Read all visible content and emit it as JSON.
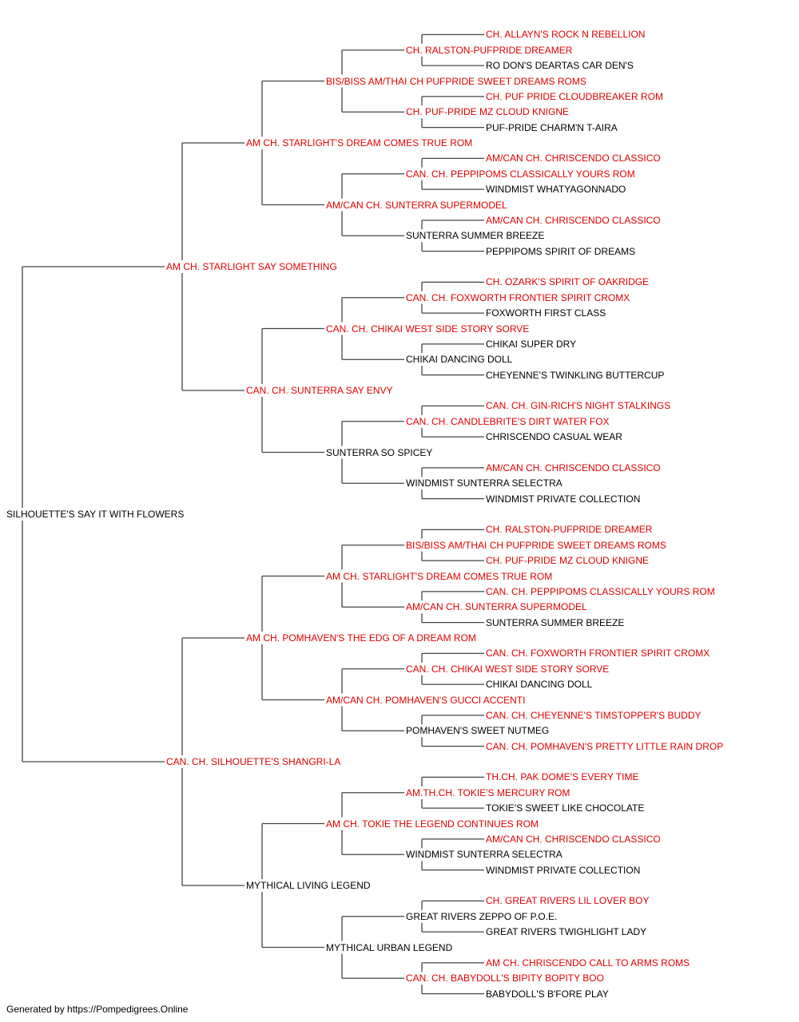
{
  "colors": {
    "champion": "#e00000",
    "normal": "#000000",
    "line": "#444444"
  },
  "footer": "Generated by https://Pompedigrees.Online",
  "pedigree": {
    "name": "SILHOUETTE'S SAY IT WITH FLOWERS",
    "red": false,
    "sire": {
      "name": "AM CH. STARLIGHT SAY SOMETHING",
      "red": true,
      "sire": {
        "name": "AM CH. STARLIGHT'S DREAM COMES TRUE ROM",
        "red": true,
        "sire": {
          "name": "BIS/BISS AM/THAI CH PUFPRIDE SWEET DREAMS ROMS",
          "red": true,
          "sire": {
            "name": "CH. RALSTON-PUFPRIDE DREAMER",
            "red": true,
            "sire": {
              "name": "CH. ALLAYN'S ROCK N REBELLION",
              "red": true
            },
            "dam": {
              "name": "RO DON'S DEARTAS CAR DEN'S",
              "red": false
            }
          },
          "dam": {
            "name": "CH. PUF-PRIDE MZ CLOUD KNIGNE",
            "red": true,
            "sire": {
              "name": "CH. PUF PRIDE CLOUDBREAKER ROM",
              "red": true
            },
            "dam": {
              "name": "PUF-PRIDE CHARM'N T-AIRA",
              "red": false
            }
          }
        },
        "dam": {
          "name": "AM/CAN CH. SUNTERRA SUPERMODEL",
          "red": true,
          "sire": {
            "name": "CAN. CH. PEPPIPOMS CLASSICALLY YOURS ROM",
            "red": true,
            "sire": {
              "name": "AM/CAN CH. CHRISCENDO CLASSICO",
              "red": true
            },
            "dam": {
              "name": "WINDMIST WHATYAGONNADO",
              "red": false
            }
          },
          "dam": {
            "name": "SUNTERRA SUMMER BREEZE",
            "red": false,
            "sire": {
              "name": "AM/CAN CH. CHRISCENDO CLASSICO",
              "red": true
            },
            "dam": {
              "name": "PEPPIPOMS SPIRIT OF DREAMS",
              "red": false
            }
          }
        }
      },
      "dam": {
        "name": "CAN. CH. SUNTERRA SAY ENVY",
        "red": true,
        "sire": {
          "name": "CAN. CH. CHIKAI WEST SIDE STORY SORVE",
          "red": true,
          "sire": {
            "name": "CAN. CH. FOXWORTH FRONTIER SPIRIT CROMX",
            "red": true,
            "sire": {
              "name": "CH. OZARK'S SPIRIT OF OAKRIDGE",
              "red": true
            },
            "dam": {
              "name": "FOXWORTH FIRST CLASS",
              "red": false
            }
          },
          "dam": {
            "name": "CHIKAI DANCING DOLL",
            "red": false,
            "sire": {
              "name": "CHIKAI SUPER DRY",
              "red": false
            },
            "dam": {
              "name": "CHEYENNE'S TWINKLING BUTTERCUP",
              "red": false
            }
          }
        },
        "dam": {
          "name": "SUNTERRA SO SPICEY",
          "red": false,
          "sire": {
            "name": "CAN. CH. CANDLEBRITE'S DIRT WATER FOX",
            "red": true,
            "sire": {
              "name": "CAN. CH. GIN-RICH'S NIGHT STALKINGS",
              "red": true
            },
            "dam": {
              "name": "CHRISCENDO CASUAL WEAR",
              "red": false
            }
          },
          "dam": {
            "name": "WINDMIST SUNTERRA SELECTRA",
            "red": false,
            "sire": {
              "name": "AM/CAN CH. CHRISCENDO CLASSICO",
              "red": true
            },
            "dam": {
              "name": "WINDMIST PRIVATE COLLECTION",
              "red": false
            }
          }
        }
      }
    },
    "dam": {
      "name": "CAN. CH. SILHOUETTE'S SHANGRI-LA",
      "red": true,
      "sire": {
        "name": "AM CH. POMHAVEN'S THE EDG OF A DREAM ROM",
        "red": true,
        "sire": {
          "name": "AM CH. STARLIGHT'S DREAM COMES TRUE ROM",
          "red": true,
          "sire": {
            "name": "BIS/BISS AM/THAI CH PUFPRIDE SWEET DREAMS ROMS",
            "red": true,
            "sire": {
              "name": "CH. RALSTON-PUFPRIDE DREAMER",
              "red": true
            },
            "dam": {
              "name": "CH. PUF-PRIDE MZ CLOUD KNIGNE",
              "red": true
            }
          },
          "dam": {
            "name": "AM/CAN CH. SUNTERRA SUPERMODEL",
            "red": true,
            "sire": {
              "name": "CAN. CH. PEPPIPOMS CLASSICALLY YOURS ROM",
              "red": true
            },
            "dam": {
              "name": "SUNTERRA SUMMER BREEZE",
              "red": false
            }
          }
        },
        "dam": {
          "name": "AM/CAN CH. POMHAVEN'S GUCCI ACCENTI",
          "red": true,
          "sire": {
            "name": "CAN. CH. CHIKAI WEST SIDE STORY SORVE",
            "red": true,
            "sire": {
              "name": "CAN. CH. FOXWORTH FRONTIER SPIRIT CROMX",
              "red": true
            },
            "dam": {
              "name": "CHIKAI DANCING DOLL",
              "red": false
            }
          },
          "dam": {
            "name": "POMHAVEN'S SWEET NUTMEG",
            "red": false,
            "sire": {
              "name": "CAN. CH. CHEYENNE'S TIMSTOPPER'S BUDDY",
              "red": true
            },
            "dam": {
              "name": "CAN. CH. POMHAVEN'S PRETTY LITTLE RAIN DROP",
              "red": true
            }
          }
        }
      },
      "dam": {
        "name": "MYTHICAL LIVING LEGEND",
        "red": false,
        "sire": {
          "name": "AM CH. TOKIE THE LEGEND CONTINUES ROM",
          "red": true,
          "sire": {
            "name": "AM.TH.CH. TOKIE'S MERCURY ROM",
            "red": true,
            "sire": {
              "name": "TH.CH. PAK DOME'S EVERY TIME",
              "red": true
            },
            "dam": {
              "name": "TOKIE'S SWEET LIKE CHOCOLATE",
              "red": false
            }
          },
          "dam": {
            "name": "WINDMIST SUNTERRA SELECTRA",
            "red": false,
            "sire": {
              "name": "AM/CAN CH. CHRISCENDO CLASSICO",
              "red": true
            },
            "dam": {
              "name": "WINDMIST PRIVATE COLLECTION",
              "red": false
            }
          }
        },
        "dam": {
          "name": "MYTHICAL URBAN LEGEND",
          "red": false,
          "sire": {
            "name": "GREAT RIVERS ZEPPO OF P.O.E.",
            "red": false,
            "sire": {
              "name": "CH. GREAT RIVERS LIL LOVER BOY",
              "red": true
            },
            "dam": {
              "name": "GREAT RIVERS TWIGHLIGHT LADY",
              "red": false
            }
          },
          "dam": {
            "name": "CAN. CH. BABYDOLL'S BIPITY BOPITY BOO",
            "red": true,
            "sire": {
              "name": "AM CH. CHRISCENDO CALL TO ARMS ROMS",
              "red": true
            },
            "dam": {
              "name": "BABYDOLL'S B'FORE PLAY",
              "red": false
            }
          }
        }
      }
    }
  }
}
